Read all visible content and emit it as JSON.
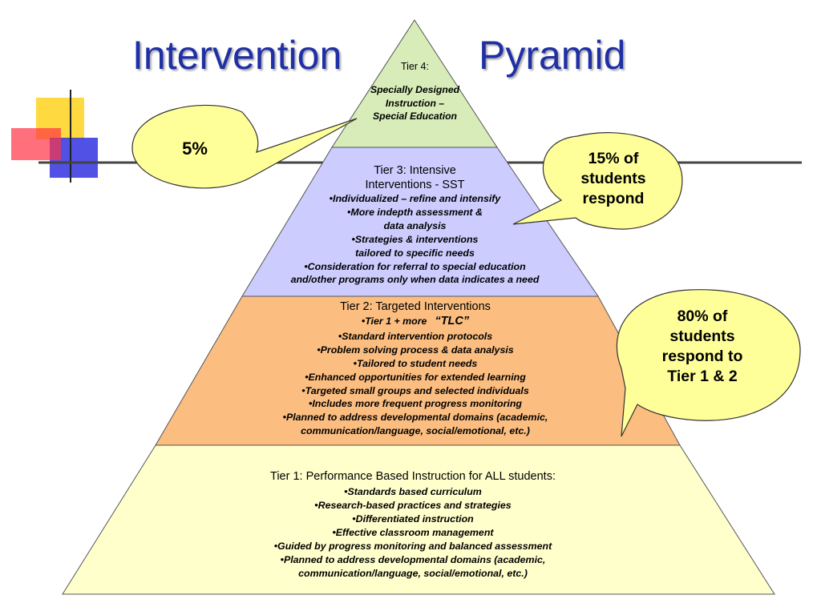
{
  "title": {
    "left": "Intervention",
    "right": "Pyramid"
  },
  "colors": {
    "title": "#1f2fa6",
    "tier4_fill": "#d7ecb8",
    "tier3_fill": "#ccccff",
    "tier2_fill": "#fbbd80",
    "tier1_fill": "#ffffcc",
    "callout_fill": "#ffff99",
    "deco_yellow": "#ffd21e",
    "deco_blue": "#3333e0",
    "deco_red": "#ff3344"
  },
  "tiers": {
    "tier4": {
      "heading": "Tier 4:",
      "bullets": [
        "Specially Designed",
        "Instruction –",
        "Special Education"
      ]
    },
    "tier3": {
      "heading_line1": "Tier 3: Intensive",
      "heading_line2": "Interventions - SST",
      "bullets": [
        "•Individualized – refine and intensify",
        "•More indepth assessment &",
        "data analysis",
        "•Strategies & interventions",
        "tailored to specific needs",
        "•Consideration for referral to special education",
        "and/other programs only when data indicates a need"
      ]
    },
    "tier2": {
      "heading": "Tier 2: Targeted Interventions",
      "first_bullet": "•Tier 1 + more",
      "tlc": "“TLC”",
      "bullets": [
        "•Standard intervention protocols",
        "•Problem solving process & data analysis",
        "•Tailored to student needs",
        "•Enhanced opportunities for extended learning",
        "•Targeted small groups and selected individuals",
        "•Includes more frequent progress monitoring",
        "•Planned to address developmental domains (academic,",
        "communication/language, social/emotional, etc.)"
      ]
    },
    "tier1": {
      "heading": "Tier 1: Performance Based Instruction for ALL students:",
      "bullets": [
        "•Standards based curriculum",
        "•Research-based practices and strategies",
        "•Differentiated instruction",
        "•Effective classroom management",
        "•Guided by progress monitoring and balanced assessment",
        "•Planned to address developmental domains (academic,",
        "communication/language, social/emotional, etc.)"
      ]
    }
  },
  "callouts": {
    "five": {
      "lines": [
        "5%"
      ]
    },
    "fifteen": {
      "lines": [
        "15% of",
        "students",
        "respond"
      ]
    },
    "eighty": {
      "lines": [
        "80% of",
        "students",
        "respond to",
        "Tier 1 & 2"
      ]
    }
  }
}
